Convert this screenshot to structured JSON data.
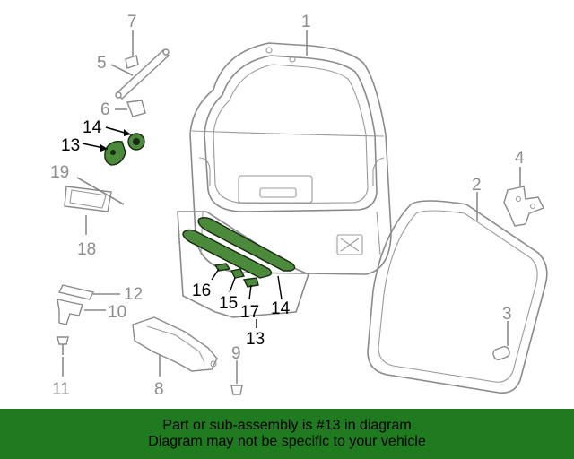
{
  "callouts": {
    "c1": "1",
    "c2": "2",
    "c3": "3",
    "c4": "4",
    "c5": "5",
    "c6": "6",
    "c7": "7",
    "c8": "8",
    "c9": "9",
    "c10": "10",
    "c11": "11",
    "c12": "12",
    "c13a": "13",
    "c13b": "13",
    "c14a": "14",
    "c14b": "14",
    "c15": "15",
    "c16": "16",
    "c17": "17",
    "c18": "18",
    "c19": "19"
  },
  "highlight": {
    "part_number": "13",
    "fill_color": "#4a8a3a"
  },
  "banner": {
    "line1": "Part or sub-assembly is #13 in diagram",
    "line2": "Diagram may not be specific to your vehicle",
    "background_color": "#207a1f"
  }
}
